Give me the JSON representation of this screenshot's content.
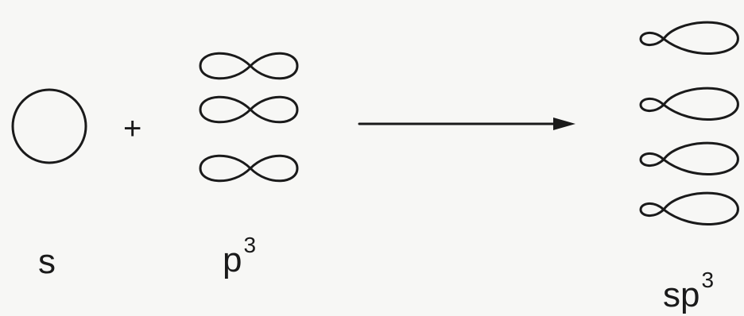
{
  "diagram": {
    "plus": "+",
    "labels": {
      "s": "s",
      "p_base": "p",
      "p_exp": "3",
      "sp_base": "sp",
      "sp_exp": "3"
    }
  }
}
